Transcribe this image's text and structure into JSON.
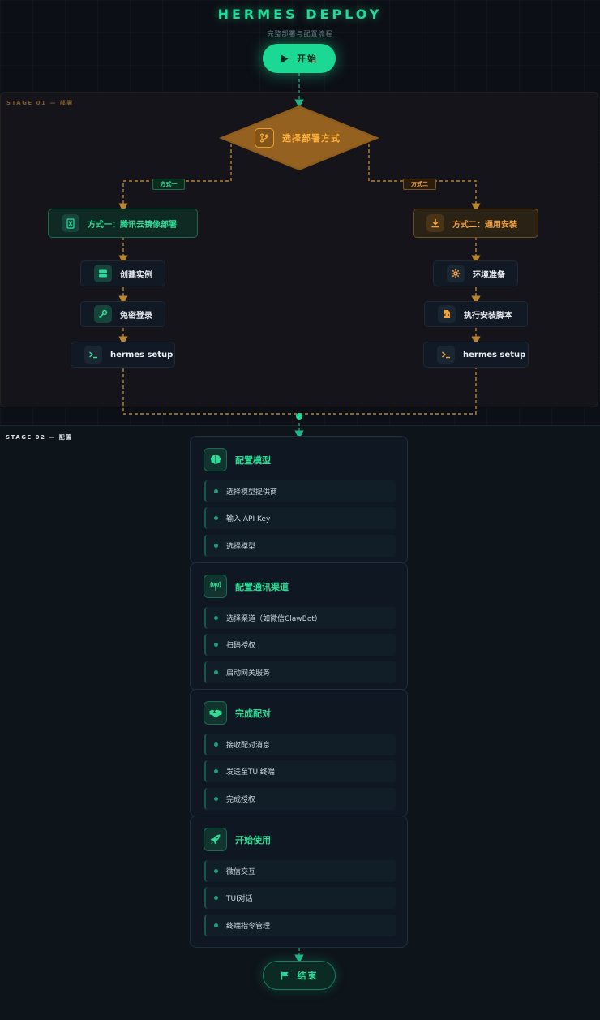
{
  "header": {
    "title": "HERMES DEPLOY",
    "subtitle": "完整部署与配置流程"
  },
  "start_label": "开始",
  "end_label": "结束",
  "stage1": {
    "label": "STAGE 01 — 部署",
    "decision": "选择部署方式",
    "tag_left": "方式一",
    "tag_right": "方式二",
    "left": {
      "title": "方式一：腾讯云镜像部署",
      "steps": [
        "创建实例",
        "免密登录",
        "hermes setup"
      ]
    },
    "right": {
      "title": "方式二：通用安装",
      "steps": [
        "环境准备",
        "执行安装脚本",
        "hermes setup"
      ]
    }
  },
  "stage2": {
    "label": "STAGE 02 — 配置",
    "cards": [
      {
        "title": "配置模型",
        "icon": "brain-icon",
        "items": [
          "选择模型提供商",
          "输入 API Key",
          "选择模型"
        ]
      },
      {
        "title": "配置通讯渠道",
        "icon": "antenna-icon",
        "items": [
          "选择渠道（如微信ClawBot）",
          "扫码授权",
          "启动网关服务"
        ]
      },
      {
        "title": "完成配对",
        "icon": "handshake-icon",
        "items": [
          "接收配对消息",
          "发送至TUI终端",
          "完成授权"
        ]
      },
      {
        "title": "开始使用",
        "icon": "rocket-icon",
        "items": [
          "微信交互",
          "TUI对话",
          "终端指令管理"
        ]
      }
    ]
  },
  "colors": {
    "accent_green": "#1fdc98",
    "accent_orange": "#f3a33f",
    "background": "#0c1016"
  }
}
